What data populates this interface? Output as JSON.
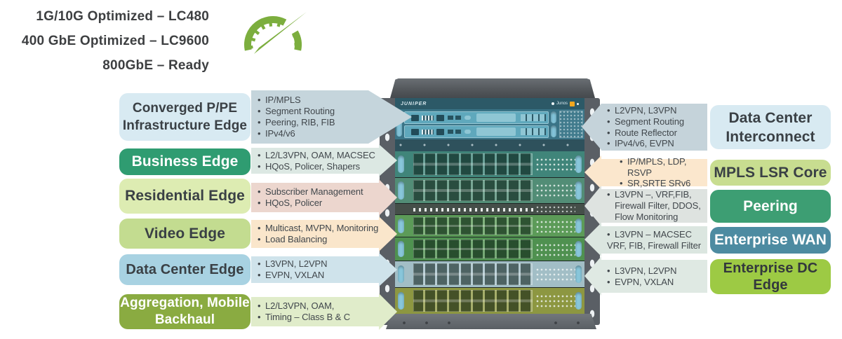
{
  "performance_callout": {
    "lines": [
      "1G/10G Optimized  – LC480",
      "400 GbE Optimized – LC9600",
      "800GbE – Ready"
    ]
  },
  "gauge": {
    "color": "#7cae3e"
  },
  "chassis": {
    "brand": "JUNIPER",
    "os_badge": "Junos",
    "card_tints": [
      "#40857a",
      "#528d76",
      "#5c9b58",
      "#4f9150",
      "#a2bec6",
      "#8d9741"
    ]
  },
  "left_sections": [
    {
      "title": "Converged P/PE Infrastructure Edge",
      "box_color": "#d8eaf2",
      "text_color": "#3a4045",
      "arrow_color": "#c5d5dc",
      "bullets": [
        "IP/MPLS",
        "Segment Routing",
        "Peering, RIB, FIB",
        "IPv4/v6"
      ]
    },
    {
      "title": "Business Edge",
      "box_color": "#2f9c71",
      "text_color": "#ffffff",
      "arrow_color": "#dce8e3",
      "bullets": [
        "L2/L3VPN, OAM, MACSEC",
        "HQoS, Policer, Shapers"
      ]
    },
    {
      "title": "Residential Edge",
      "box_color": "#ddecb2",
      "text_color": "#3a4045",
      "arrow_color": "#ecd6ce",
      "bullets": [
        "Subscriber Management",
        "HQoS, Policer"
      ]
    },
    {
      "title": "Video Edge",
      "box_color": "#c3dc90",
      "text_color": "#3a4045",
      "arrow_color": "#fae6cb",
      "bullets": [
        "Multicast, MVPN,  Monitoring",
        "Load Balancing"
      ]
    },
    {
      "title": "Data Center Edge",
      "box_color": "#a8d2e2",
      "text_color": "#3a4045",
      "arrow_color": "#cfe3eb",
      "bullets": [
        "L3VPN, L2VPN",
        "EVPN, VXLAN"
      ]
    },
    {
      "title": "Aggregation, Mobile Backhaul",
      "box_color": "#8aab41",
      "text_color": "#ffffff",
      "arrow_color": "#e0ecca",
      "bullets": [
        "L2/L3VPN, OAM,",
        "Timing – Class B & C"
      ]
    }
  ],
  "right_sections": [
    {
      "title": "Data Center Interconnect",
      "box_color": "#d8eaf2",
      "text_color": "#3a4045",
      "arrow_color": "#c5d3da",
      "bullets": [
        "L2VPN, L3VPN",
        "Segment Routing",
        "Route Reflector",
        "IPv4/v6, EVPN"
      ]
    },
    {
      "title": "MPLS LSR Core",
      "box_color": "#c8dd90",
      "text_color": "#3a4045",
      "arrow_color": "#fbe7cd",
      "bullets": [
        "IP/MPLS, LDP, RSVP",
        "SR,SRTE SRv6"
      ]
    },
    {
      "title": "Peering",
      "box_color": "#3d9e73",
      "text_color": "#ffffff",
      "arrow_color": "#dee3e0",
      "bullets": [
        "L3VPN –, VRF,FIB, Firewall Filter, DDOS, Flow Monitoring"
      ]
    },
    {
      "title": "Enterprise WAN",
      "box_color": "#4d8ba1",
      "text_color": "#ffffff",
      "arrow_color": "#dbe6e0",
      "bullets": [
        "L3VPN – MACSEC",
        {
          "text": "VRF, FIB, Firewall Filter",
          "bullet": false
        }
      ]
    },
    {
      "title": "Enterprise DC Edge",
      "box_color": "#9dca44",
      "text_color": "#33383c",
      "arrow_color": "#dfe9e3",
      "bullets": [
        "L3VPN, L2VPN",
        "EVPN, VXLAN"
      ]
    }
  ]
}
